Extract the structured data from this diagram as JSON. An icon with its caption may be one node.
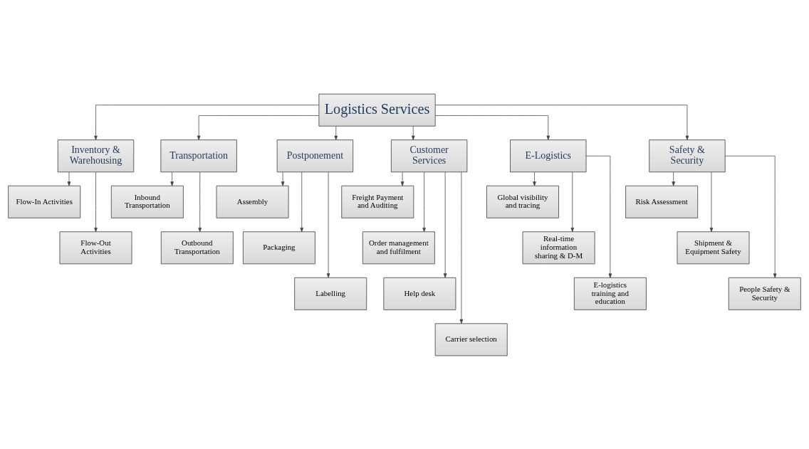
{
  "diagram": {
    "nodes": [
      {
        "text": [
          "Logistics Services"
        ]
      },
      {
        "text": [
          "Inventory & Warehousing"
        ]
      },
      {
        "text": [
          "Transportation"
        ]
      },
      {
        "text": [
          "Postponement"
        ]
      },
      {
        "text": [
          "Customer Services"
        ]
      },
      {
        "text": [
          "E-Logistics"
        ]
      },
      {
        "text": [
          "Safety & Security"
        ]
      },
      {
        "text": [
          "Flow-In Activities"
        ]
      },
      {
        "text": [
          "Flow-Out Activities"
        ]
      },
      {
        "text": [
          "Inbound Transportation"
        ]
      },
      {
        "text": [
          "Outbound Transportation"
        ]
      },
      {
        "text": [
          "Assembly"
        ]
      },
      {
        "text": [
          "Packaging"
        ]
      },
      {
        "text": [
          "Labelling"
        ]
      },
      {
        "text": [
          "Freight Payment and Auditing"
        ]
      },
      {
        "text": [
          "Order management and fulfilment"
        ]
      },
      {
        "text": [
          "Help desk"
        ]
      },
      {
        "text": [
          "Carrier selection"
        ]
      },
      {
        "text": [
          "Global visibility and tracing"
        ]
      },
      {
        "text": [
          "Real-time information sharing & D-M"
        ]
      },
      {
        "text": [
          "E-logistics training and education"
        ]
      },
      {
        "text": [
          "Risk Assessment"
        ]
      },
      {
        "text": [
          "Shipment & Equipment Safety"
        ]
      },
      {
        "text": [
          "People Safety & Security"
        ]
      }
    ],
    "edges": [
      {
        "from": 0,
        "to": 1,
        "arrow": "to"
      },
      {
        "from": 0,
        "to": 2,
        "arrow": "to"
      },
      {
        "from": 0,
        "to": 3,
        "arrow": "to"
      },
      {
        "from": 0,
        "to": 4,
        "arrow": "to"
      },
      {
        "from": 0,
        "to": 5,
        "arrow": "to"
      },
      {
        "from": 0,
        "to": 6,
        "arrow": "to"
      },
      {
        "from": 1,
        "to": 7,
        "arrow": "to"
      },
      {
        "from": 1,
        "to": 8,
        "arrow": "to"
      },
      {
        "from": 2,
        "to": 9,
        "arrow": "to"
      },
      {
        "from": 2,
        "to": 10,
        "arrow": "to"
      },
      {
        "from": 3,
        "to": 11,
        "arrow": "to"
      },
      {
        "from": 3,
        "to": 12,
        "arrow": "to"
      },
      {
        "from": 3,
        "to": 13,
        "arrow": "to"
      },
      {
        "from": 4,
        "to": 14,
        "arrow": "to"
      },
      {
        "from": 4,
        "to": 15,
        "arrow": "to"
      },
      {
        "from": 4,
        "to": 16,
        "arrow": "to"
      },
      {
        "from": 4,
        "to": 17,
        "arrow": "to"
      },
      {
        "from": 5,
        "to": 18,
        "arrow": "to"
      },
      {
        "from": 5,
        "to": 19,
        "arrow": "to"
      },
      {
        "from": 5,
        "to": 20,
        "arrow": "to"
      },
      {
        "from": 6,
        "to": 21,
        "arrow": "to"
      },
      {
        "from": 6,
        "to": 22,
        "arrow": "to"
      },
      {
        "from": 6,
        "to": 23,
        "arrow": "to"
      }
    ]
  }
}
